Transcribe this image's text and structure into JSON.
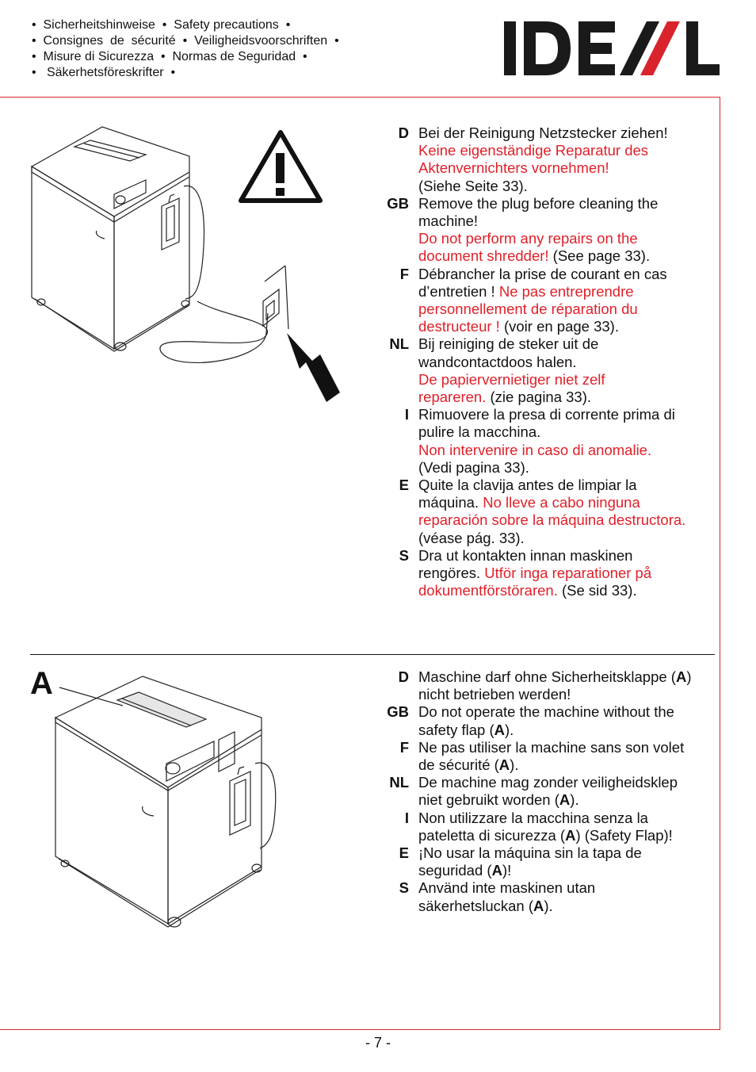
{
  "header": {
    "lines": [
      "•  Sicherheitshinweise  •  Safety precautions  •",
      "•  Consignes  de  sécurité  •  Veiligheidsvoorschriften  •",
      "•  Misure di Sicurezza  •  Normas de Seguridad  •",
      "•   Säkerhetsföreskrifter  •"
    ],
    "logo_text": "IDEAL"
  },
  "section1": {
    "entries": [
      {
        "code": "D",
        "lines": [
          {
            "parts": [
              {
                "t": "Bei der Reinigung Netzstecker ziehen!",
                "red": false
              }
            ]
          },
          {
            "parts": [
              {
                "t": "Keine eigenständige Reparatur des",
                "red": true
              }
            ]
          },
          {
            "parts": [
              {
                "t": "Aktenvernichters vornehmen!",
                "red": true
              }
            ]
          },
          {
            "parts": [
              {
                "t": "(Siehe Seite 33).",
                "red": false
              }
            ]
          }
        ]
      },
      {
        "code": "GB",
        "lines": [
          {
            "parts": [
              {
                "t": "Remove the plug before cleaning the",
                "red": false
              }
            ]
          },
          {
            "parts": [
              {
                "t": "machine!",
                "red": false
              }
            ]
          },
          {
            "parts": [
              {
                "t": "Do not perform any repairs on the",
                "red": true
              }
            ]
          },
          {
            "parts": [
              {
                "t": "document shredder!",
                "red": true
              },
              {
                "t": " (See page 33).",
                "red": false
              }
            ]
          }
        ]
      },
      {
        "code": "F",
        "lines": [
          {
            "parts": [
              {
                "t": "Débrancher la prise de courant en cas",
                "red": false
              }
            ]
          },
          {
            "parts": [
              {
                "t": "d’entretien ! ",
                "red": false
              },
              {
                "t": "Ne pas entreprendre",
                "red": true
              }
            ]
          },
          {
            "parts": [
              {
                "t": "personnellement de réparation du",
                "red": true
              }
            ]
          },
          {
            "parts": [
              {
                "t": "destructeur !",
                "red": true
              },
              {
                "t": " (voir en page 33).",
                "red": false
              }
            ]
          }
        ]
      },
      {
        "code": "NL",
        "lines": [
          {
            "parts": [
              {
                "t": "Bij reiniging de steker uit de",
                "red": false
              }
            ]
          },
          {
            "parts": [
              {
                "t": "wandcontactdoos halen.",
                "red": false
              }
            ]
          },
          {
            "parts": [
              {
                "t": "De papiervernietiger niet zelf",
                "red": true
              }
            ]
          },
          {
            "parts": [
              {
                "t": "repareren.",
                "red": true
              },
              {
                "t": " (zie pagina 33).",
                "red": false
              }
            ]
          }
        ]
      },
      {
        "code": "I",
        "lines": [
          {
            "parts": [
              {
                "t": "Rimuovere la presa di corrente prima di",
                "red": false
              }
            ]
          },
          {
            "parts": [
              {
                "t": "pulire la macchina.",
                "red": false
              }
            ]
          },
          {
            "parts": [
              {
                "t": "Non intervenire in caso di anomalie.",
                "red": true
              }
            ]
          },
          {
            "parts": [
              {
                "t": "(Vedi pagina 33).",
                "red": false
              }
            ]
          }
        ]
      },
      {
        "code": "E",
        "lines": [
          {
            "parts": [
              {
                "t": "Quite la clavija antes de limpiar la",
                "red": false
              }
            ]
          },
          {
            "parts": [
              {
                "t": "máquina. ",
                "red": false
              },
              {
                "t": "No lleve a cabo ninguna",
                "red": true
              }
            ]
          },
          {
            "parts": [
              {
                "t": "reparación sobre la máquina destructora.",
                "red": true
              }
            ]
          },
          {
            "parts": [
              {
                "t": "(véase pág. 33).",
                "red": false
              }
            ]
          }
        ]
      },
      {
        "code": "S",
        "lines": [
          {
            "parts": [
              {
                "t": "Dra ut kontakten innan maskinen",
                "red": false
              }
            ]
          },
          {
            "parts": [
              {
                "t": "rengöres. ",
                "red": false
              },
              {
                "t": "Utför inga reparationer på",
                "red": true
              }
            ]
          },
          {
            "parts": [
              {
                "t": "dokumentförstöraren.",
                "red": true
              },
              {
                "t": " (Se sid 33).",
                "red": false
              }
            ]
          }
        ]
      }
    ]
  },
  "section2": {
    "figure_label": "A",
    "entries": [
      {
        "code": "D",
        "lines": [
          {
            "parts": [
              {
                "t": "Maschine darf ohne Sicherheitsklappe (",
                "b": false
              },
              {
                "t": "A",
                "b": true
              },
              {
                "t": ")",
                "b": false
              }
            ]
          },
          {
            "parts": [
              {
                "t": "nicht betrieben werden!",
                "b": false
              }
            ]
          }
        ]
      },
      {
        "code": "GB",
        "lines": [
          {
            "parts": [
              {
                "t": "Do not operate the machine without the",
                "b": false
              }
            ]
          },
          {
            "parts": [
              {
                "t": "safety flap (",
                "b": false
              },
              {
                "t": "A",
                "b": true
              },
              {
                "t": ").",
                "b": false
              }
            ]
          }
        ]
      },
      {
        "code": "F",
        "lines": [
          {
            "parts": [
              {
                "t": "Ne pas utiliser la machine sans son volet",
                "b": false
              }
            ]
          },
          {
            "parts": [
              {
                "t": "de sécurité (",
                "b": false
              },
              {
                "t": "A",
                "b": true
              },
              {
                "t": ").",
                "b": false
              }
            ]
          }
        ]
      },
      {
        "code": "NL",
        "lines": [
          {
            "parts": [
              {
                "t": "De machine mag zonder veiligheidsklep",
                "b": false
              }
            ]
          },
          {
            "parts": [
              {
                "t": "niet gebruikt worden (",
                "b": false
              },
              {
                "t": "A",
                "b": true
              },
              {
                "t": ").",
                "b": false
              }
            ]
          }
        ]
      },
      {
        "code": "I",
        "lines": [
          {
            "parts": [
              {
                "t": "Non utilizzare la macchina senza la",
                "b": false
              }
            ]
          },
          {
            "parts": [
              {
                "t": "pateletta di sicurezza (",
                "b": false
              },
              {
                "t": "A",
                "b": true
              },
              {
                "t": ") (Safety Flap)!",
                "b": false
              }
            ]
          }
        ]
      },
      {
        "code": "E",
        "lines": [
          {
            "parts": [
              {
                "t": "¡No usar la máquina sin la tapa de",
                "b": false
              }
            ]
          },
          {
            "parts": [
              {
                "t": "seguridad (",
                "b": false
              },
              {
                "t": "A",
                "b": true
              },
              {
                "t": ")!",
                "b": false
              }
            ]
          }
        ]
      },
      {
        "code": "S",
        "lines": [
          {
            "parts": [
              {
                "t": "Använd inte maskinen utan",
                "b": false
              }
            ]
          },
          {
            "parts": [
              {
                "t": "säkerhetsluckan (",
                "b": false
              },
              {
                "t": "A",
                "b": true
              },
              {
                "t": ").",
                "b": false
              }
            ]
          }
        ]
      }
    ]
  },
  "footer": {
    "page_number": "- 7 -"
  },
  "colors": {
    "accent": "#e0202a",
    "logo": "#1a1a1a",
    "frame": "#d9232d"
  }
}
